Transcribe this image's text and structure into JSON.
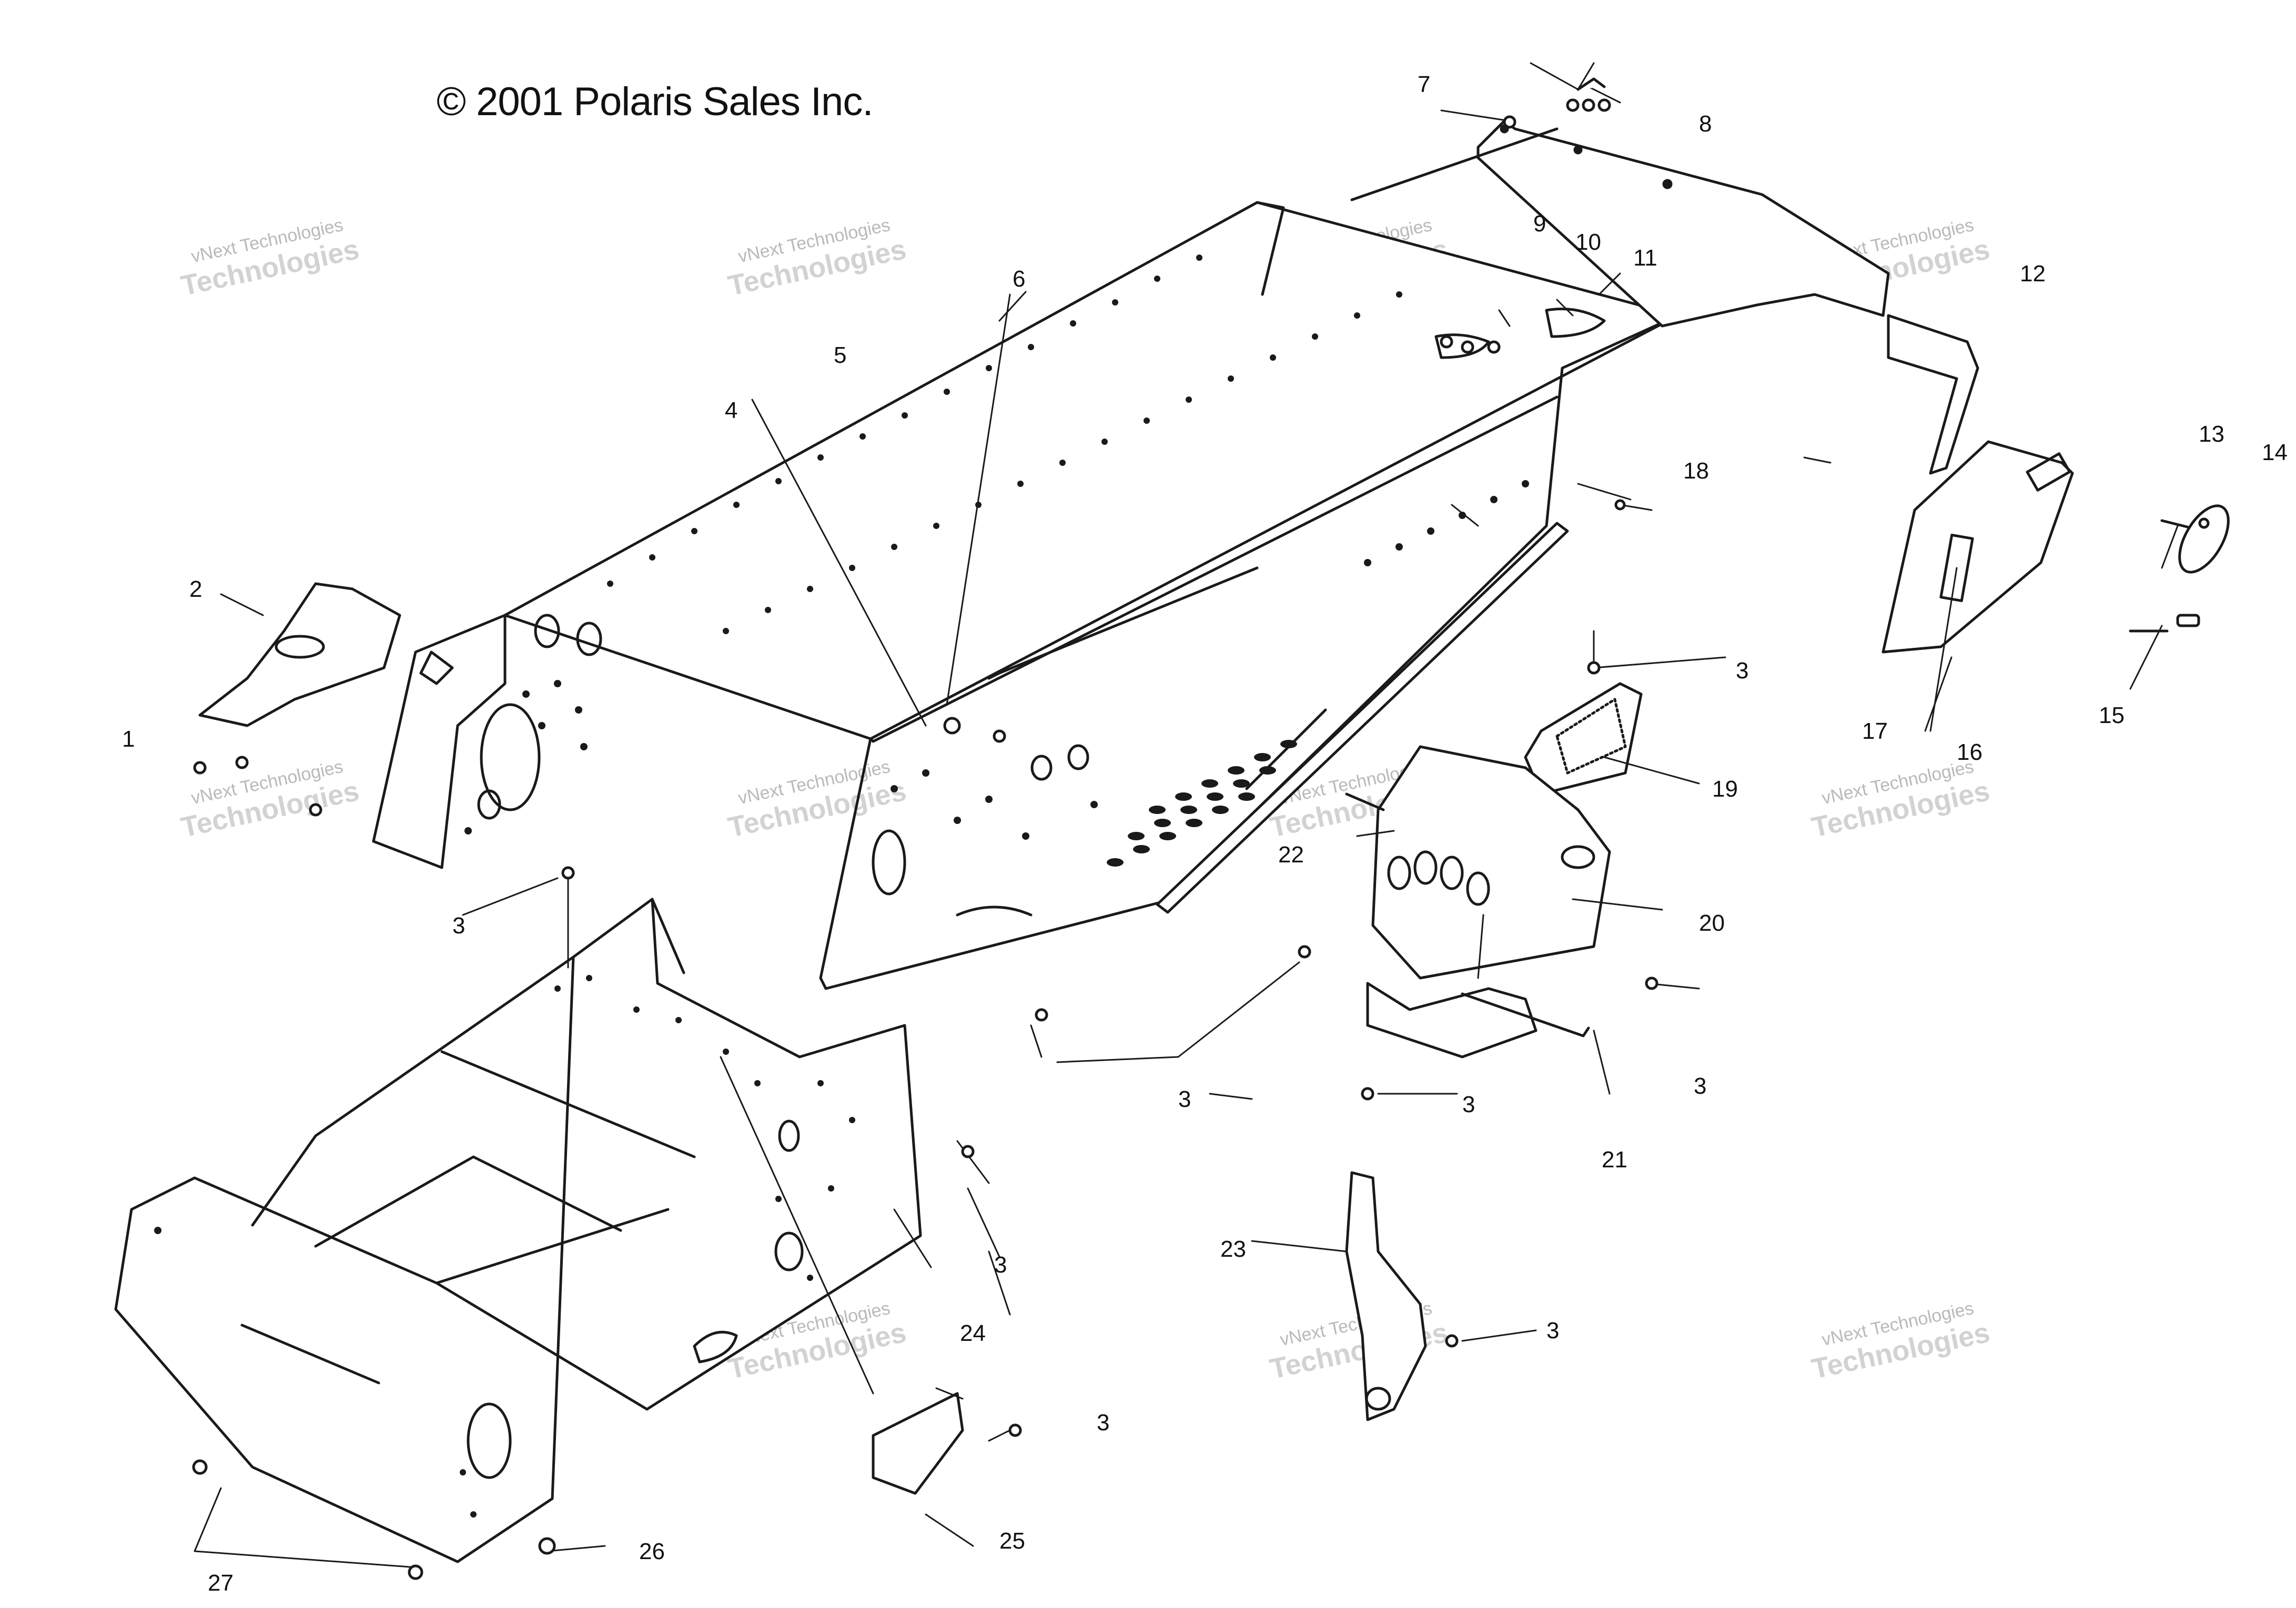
{
  "copyright": "© 2001 Polaris Sales Inc.",
  "watermark": {
    "line1": "vNext Technologies",
    "line2": "Technologies"
  },
  "callouts": [
    "1",
    "2",
    "3",
    "4",
    "5",
    "6",
    "7",
    "8",
    "9",
    "10",
    "11",
    "12",
    "13",
    "14",
    "15",
    "16",
    "17",
    "18",
    "19",
    "20",
    "21",
    "22",
    "23",
    "24",
    "25",
    "26",
    "27"
  ],
  "colors": {
    "ink": "#1a1a1a",
    "paper": "#ffffff",
    "watermark": "#bdbdbd"
  }
}
